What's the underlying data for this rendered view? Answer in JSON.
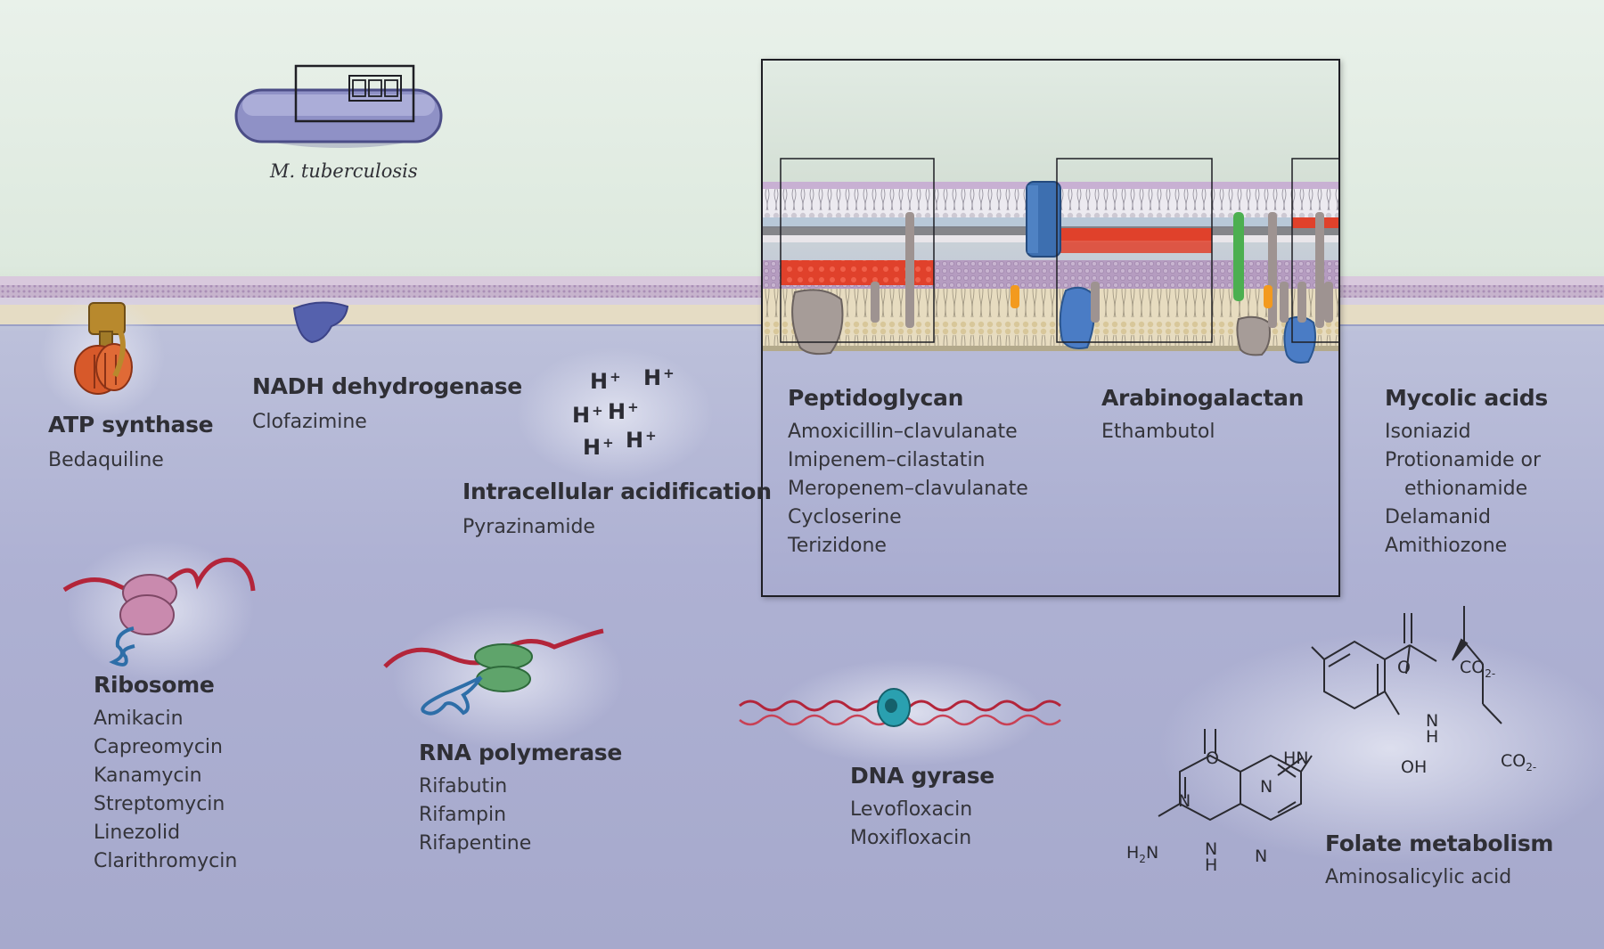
{
  "organism": {
    "label": "M. tuberculosis"
  },
  "proton_symbols": [
    "H",
    "H",
    "H",
    "H",
    "H",
    "H"
  ],
  "proton_superscript": "+",
  "targets": {
    "atp_synthase": {
      "title": "ATP synthase",
      "drugs": [
        "Bedaquiline"
      ]
    },
    "nadh": {
      "title": "NADH dehydrogenase",
      "drugs": [
        "Clofazimine"
      ]
    },
    "acidification": {
      "title": "Intracellular acidification",
      "drugs": [
        "Pyrazinamide"
      ]
    },
    "peptidoglycan": {
      "title": "Peptidoglycan",
      "drugs": [
        "Amoxicillin–clavulanate",
        "Imipenem–cilastatin",
        "Meropenem–clavulanate",
        "Cycloserine",
        "Terizidone"
      ]
    },
    "arabinogalactan": {
      "title": "Arabinogalactan",
      "drugs": [
        "Ethambutol"
      ]
    },
    "mycolic": {
      "title": "Mycolic acids",
      "drugs": [
        "Isoniazid",
        "Protionamide or",
        "ethionamide",
        "Delamanid",
        "Amithiozone"
      ]
    },
    "ribosome": {
      "title": "Ribosome",
      "drugs": [
        "Amikacin",
        "Capreomycin",
        "Kanamycin",
        "Streptomycin",
        "Linezolid",
        "Clarithromycin"
      ]
    },
    "rna_polymerase": {
      "title": "RNA polymerase",
      "drugs": [
        "Rifabutin",
        "Rifampin",
        "Rifapentine"
      ]
    },
    "dna_gyrase": {
      "title": "DNA gyrase",
      "drugs": [
        "Levofloxacin",
        "Moxifloxacin"
      ]
    },
    "folate": {
      "title": "Folate metabolism",
      "drugs": [
        "Aminosalicylic acid"
      ]
    }
  },
  "folate_structure": {
    "o_top": "O",
    "co2_top": "CO",
    "co2_top_sub": "2-",
    "nh": "N",
    "nh_h": "H",
    "hn": "HN",
    "oh": "OH",
    "co2_bottom": "CO",
    "co2_bottom_sub": "2-",
    "o_ring": "O",
    "n_ring_top": "N",
    "n_ring_left": "N",
    "h2n": "H",
    "h2n_sub": "2",
    "h2n_n": "N",
    "n_ring_bottom": "N",
    "n_ring_bottom_h": "H",
    "n_pyrazine": "N"
  },
  "colors": {
    "cytoplasm": "#aeb1d3",
    "exterior": "#e6efe6",
    "membrane_purple": "#a990b5",
    "peptidoglycan_red": "#e0412b",
    "mrna_red": "#b3253a",
    "trna_blue": "#2e6ea8",
    "ribosome_pink": "#c98aae",
    "rnap_green": "#5fa46b",
    "gyrase_teal": "#2aa0b0",
    "atp_orange": "#d7592a",
    "nadh_blue": "#5561ad"
  }
}
